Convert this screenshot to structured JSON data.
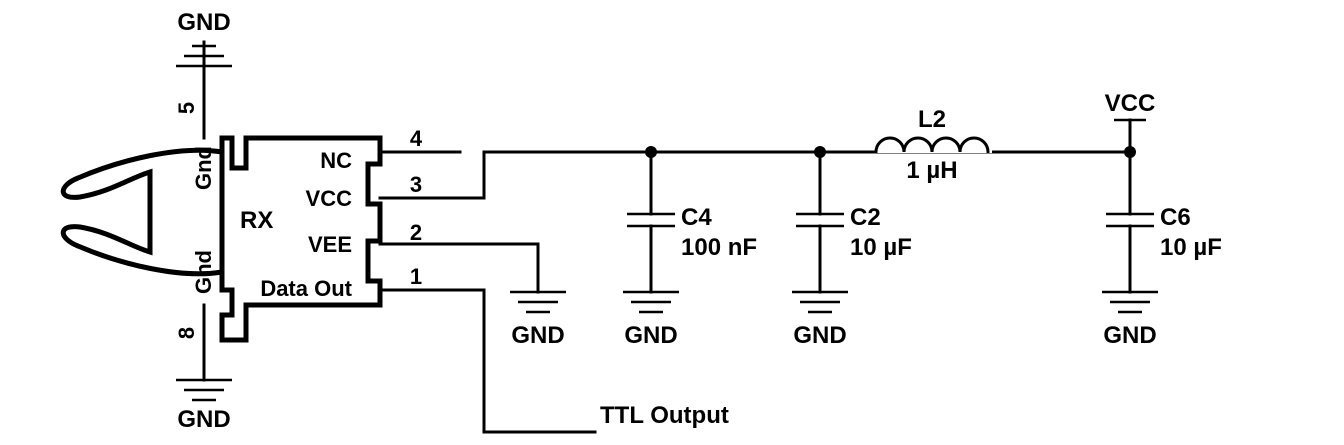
{
  "component": {
    "name": "RX",
    "pins": {
      "nc": "NC",
      "vcc": "VCC",
      "vee": "VEE",
      "data_out": "Data Out",
      "gnd_top": "Gnd",
      "gnd_bottom": "Gnd"
    },
    "pin_numbers": {
      "top": "5",
      "bottom": "8",
      "p4": "4",
      "p3": "3",
      "p2": "2",
      "p1": "1"
    }
  },
  "grounds": {
    "top": "GND",
    "bottom": "GND",
    "vee": "GND",
    "c4": "GND",
    "c2": "GND",
    "c6": "GND"
  },
  "capacitors": {
    "c4": {
      "ref": "C4",
      "value": "100 nF"
    },
    "c2": {
      "ref": "C2",
      "value": "10 µF"
    },
    "c6": {
      "ref": "C6",
      "value": "10 µF"
    }
  },
  "inductor": {
    "ref": "L2",
    "value": "1 µH"
  },
  "power": {
    "vcc": "VCC"
  },
  "output": {
    "label": "TTL Output"
  }
}
